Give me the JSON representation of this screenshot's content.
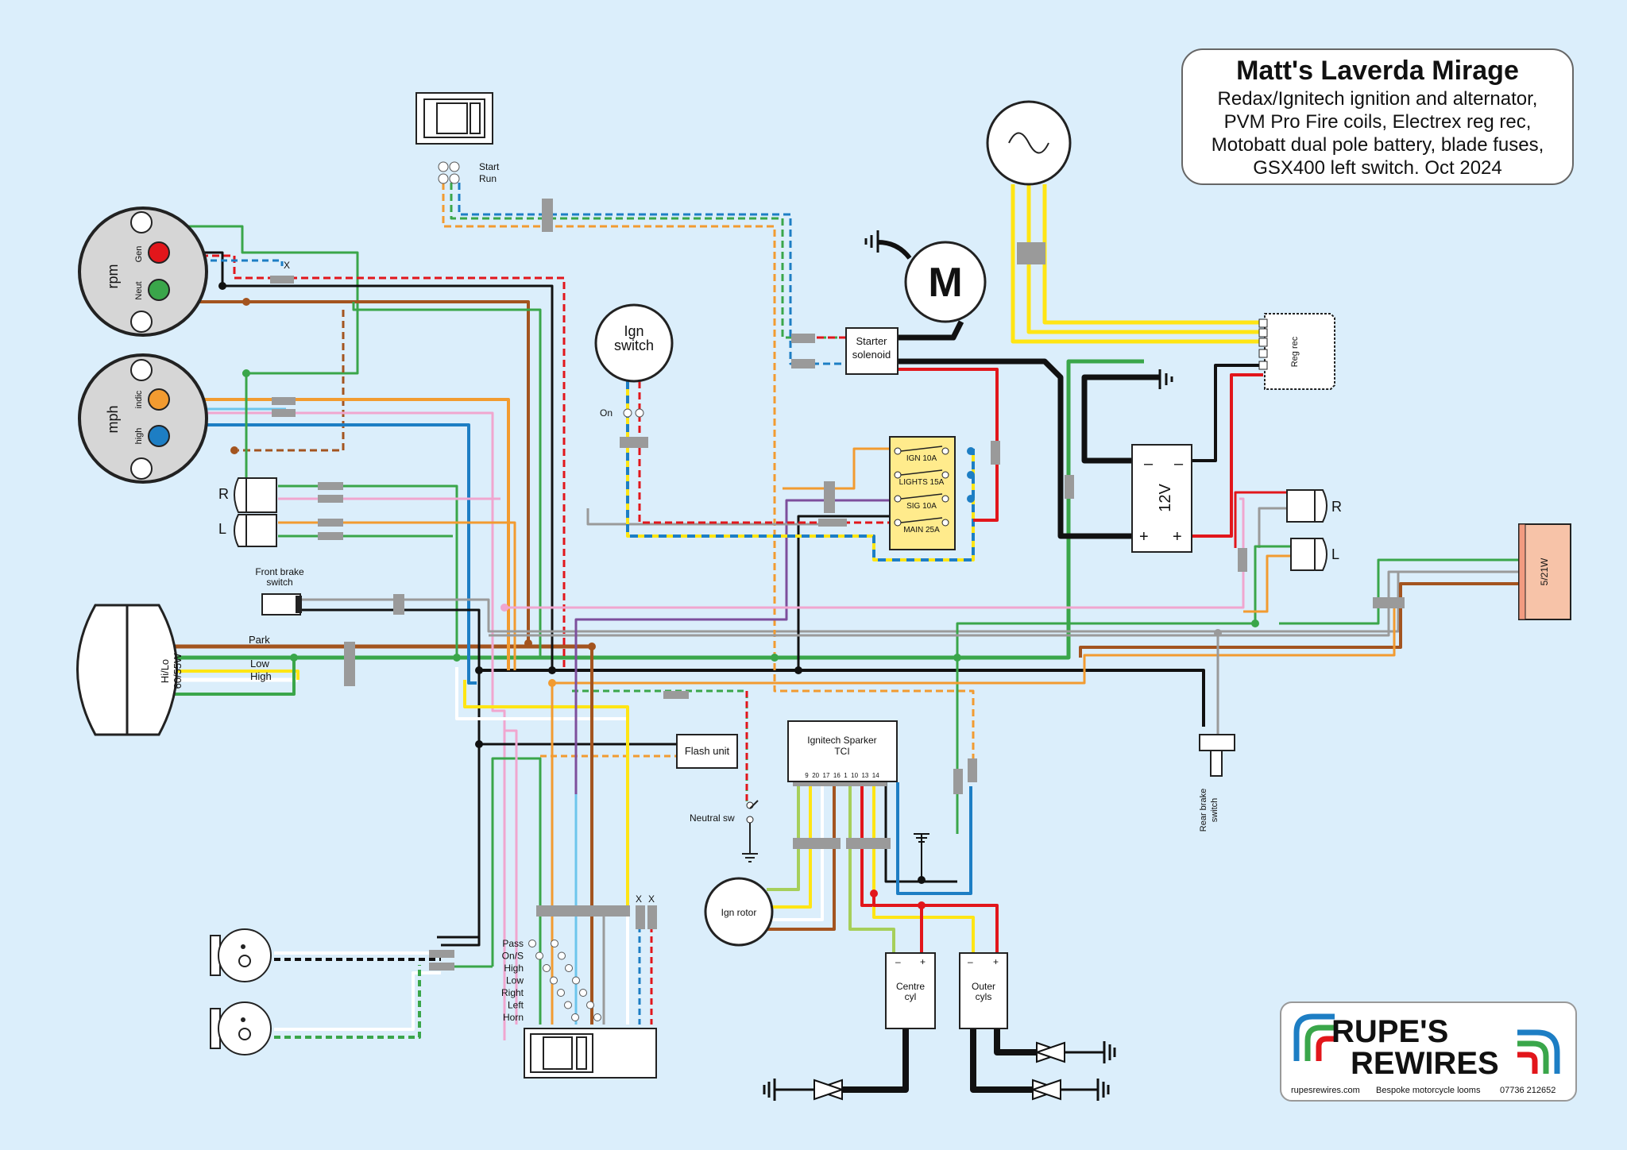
{
  "title_box": {
    "title": "Matt's Laverda Mirage",
    "line1": "Redax/Ignitech ignition and alternator,",
    "line2": "PVM Pro Fire coils, Electrex reg rec,",
    "line3": "Motobatt dual pole battery, blade fuses,",
    "line4": "GSX400 left switch. Oct 2024"
  },
  "gauges": {
    "rpm_label": "rpm",
    "gen_label": "Gen",
    "neut_label": "Neut",
    "mph_label": "mph",
    "indic_label": "indic",
    "high_label": "high",
    "x_mark": "X"
  },
  "labels": {
    "start": "Start",
    "run": "Run",
    "ign_switch_l1": "Ign",
    "ign_switch_l2": "switch",
    "on": "On",
    "motor": "M",
    "starter_l1": "Starter",
    "starter_l2": "solenoid",
    "reg_rec": "Reg rec",
    "battery": "12V",
    "front_brake_l1": "Front brake",
    "front_brake_l2": "switch",
    "headlamp_l1": "Hi/Lo",
    "headlamp_l2": "60/55W",
    "park": "Park",
    "low": "Low",
    "high": "High",
    "front_r": "R",
    "front_l": "L",
    "rear_r": "R",
    "rear_l": "L",
    "tail": "5/21W",
    "flash_unit": "Flash unit",
    "neutral_sw": "Neutral sw",
    "tci_l1": "Ignitech Sparker",
    "tci_l2": "TCI",
    "tci_pins": "9  20  17  16  1  10  13  14",
    "ign_rotor": "Ign rotor",
    "centre_l1": "Centre",
    "centre_l2": "cyl",
    "outer_l1": "Outer",
    "outer_l2": "cyls",
    "rear_brake_l1": "Rear brake",
    "rear_brake_l2": "switch",
    "left_switch_x1": "X",
    "left_switch_x2": "X"
  },
  "fuses": [
    "IGN 10A",
    "LIGHTS 15A",
    "SIG 10A",
    "MAIN 25A"
  ],
  "left_switch_positions": [
    "Pass",
    "On/S",
    "High",
    "Low",
    "Right",
    "Left",
    "Horn"
  ],
  "logo": {
    "line1": "RUPE'S",
    "line2": "REWIRES",
    "footer1": "rupesrewires.com",
    "footer2": "Bespoke motorcycle looms",
    "footer3": "07736 212652"
  },
  "colors": {
    "background": "#dbeefb",
    "black": "#111111",
    "red": "#e2161b",
    "green": "#3aa64a",
    "yellow": "#ffe514",
    "blue": "#1d7ec4",
    "light_blue": "#6cc5ec",
    "orange": "#f29b30",
    "brown": "#a3541f",
    "grey": "#9a9a9a",
    "pink": "#f0a6cf",
    "purple": "#7d4f9c",
    "white": "#ffffff",
    "light_green": "#a6cf5a",
    "tail_lamp": "#f7c3a8"
  }
}
